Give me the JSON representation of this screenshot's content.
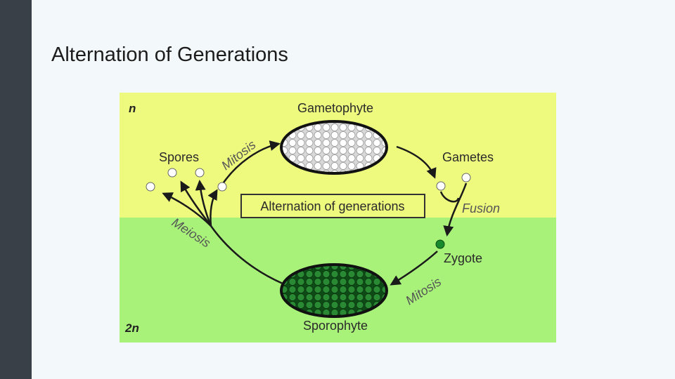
{
  "slide": {
    "title": "Alternation of Generations"
  },
  "diagram": {
    "ploidy_haploid": "n",
    "ploidy_diploid": "2n",
    "gametophyte": "Gametophyte",
    "gametes": "Gametes",
    "fusion": "Fusion",
    "zygote": "Zygote",
    "mitosis_top": "Mitosis",
    "mitosis_bottom": "Mitosis",
    "spores": "Spores",
    "meiosis": "Meiosis",
    "sporophyte": "Sporophyte",
    "center_label": "Alternation of generations",
    "colors": {
      "haploid_band": "#eefa7e",
      "diploid_band": "#a8f27a",
      "zygote": "#168a2c",
      "sporophyte_cells": "#1c6a24"
    }
  }
}
